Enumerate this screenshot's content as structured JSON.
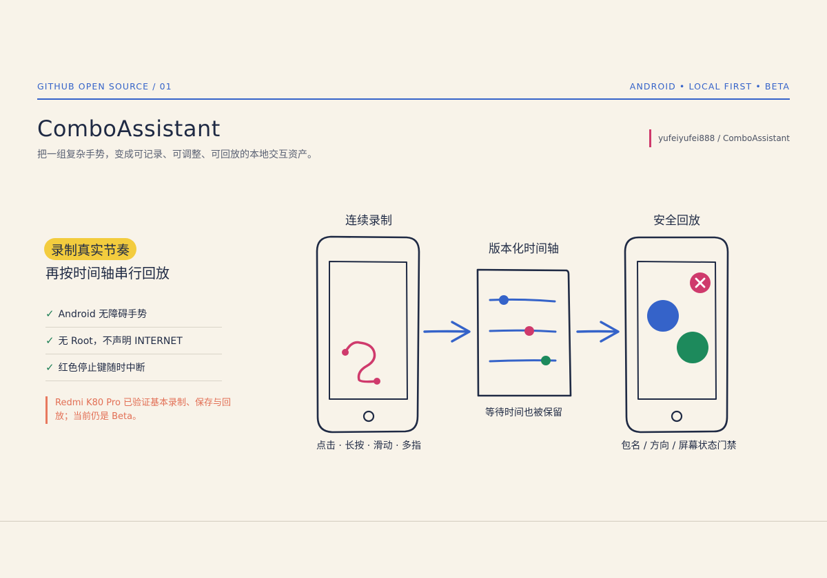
{
  "header": {
    "left": "GITHUB OPEN SOURCE / 01",
    "right": "ANDROID • LOCAL FIRST • BETA"
  },
  "app": {
    "title": "ComboAssistant",
    "subtitle": "把一组复杂手势，变成可记录、可调整、可回放的本地交互资产。",
    "repo": "yufeiyufei888 / ComboAssistant"
  },
  "pitch": {
    "highlight": "录制真实节奏",
    "headline": "再按时间轴串行回放"
  },
  "features": [
    {
      "check": "✓",
      "text": "Android 无障碍手势"
    },
    {
      "check": "✓",
      "text": "无 Root，不声明 INTERNET"
    },
    {
      "check": "✓",
      "text": "红色停止键随时中断"
    }
  ],
  "note": "Redmi K80 Pro 已验证基本录制、保存与回放；当前仍是 Beta。",
  "stages": {
    "record": {
      "title": "连续录制",
      "caption": "点击 · 长按 · 滑动 · 多指"
    },
    "timeline": {
      "title": "版本化时间轴",
      "caption": "等待时间也被保留"
    },
    "replay": {
      "title": "安全回放",
      "caption": "包名 / 方向 / 屏幕状态门禁"
    }
  },
  "colors": {
    "accent_blue": "#3563c9",
    "pink": "#cf3a6c",
    "green": "#1d8a5c",
    "yellow": "#f3cc3e",
    "ink": "#1f2a44",
    "coral": "#e26f55"
  },
  "icons": {
    "stop": "close-icon",
    "arrow": "arrow-right-icon",
    "check": "check-icon"
  }
}
